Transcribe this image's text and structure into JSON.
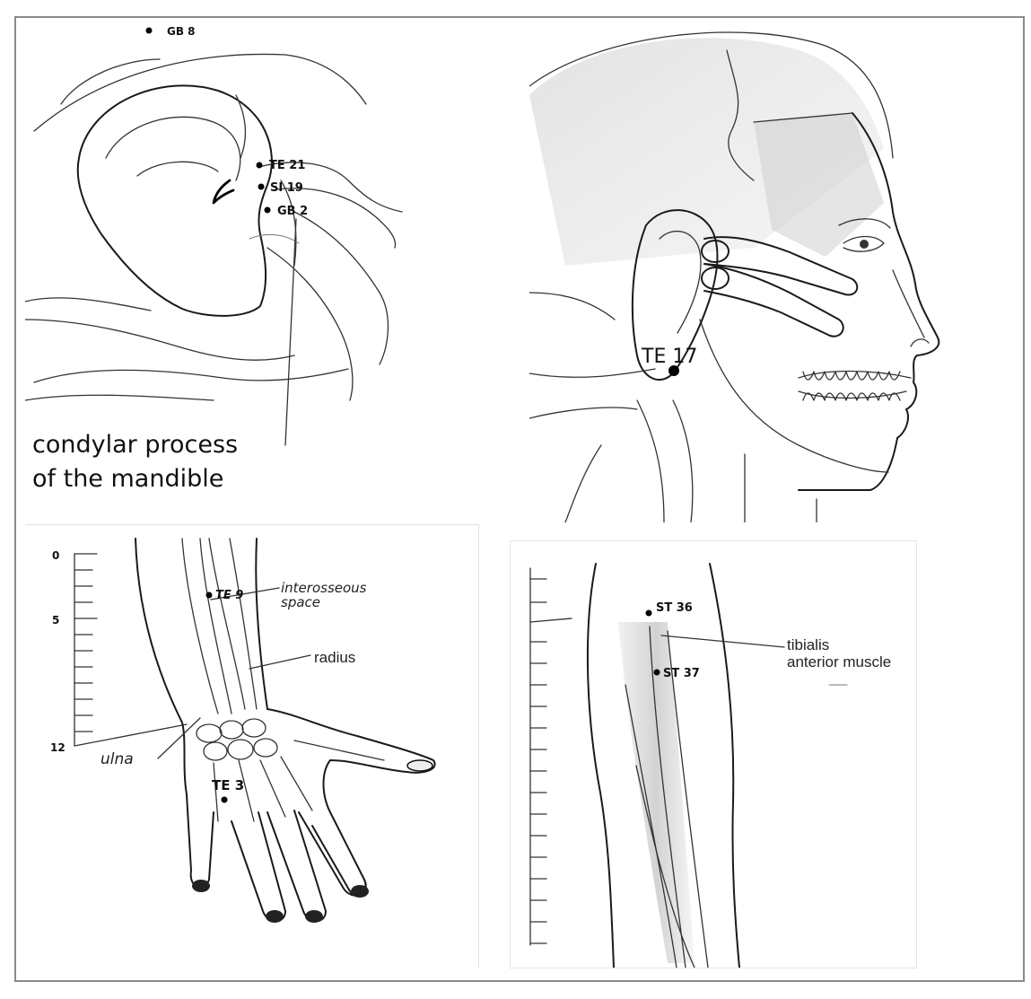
{
  "panels": {
    "ear": {
      "points": [
        "GB 8",
        "TE 21",
        "SI 19",
        "GB 2"
      ],
      "caption_line1": "condylar process",
      "caption_line2": "of the mandible"
    },
    "head": {
      "points": [
        "TE 17"
      ]
    },
    "arm": {
      "points": [
        "TE 9",
        "TE 3"
      ],
      "interosseous_line1": "interosseous",
      "interosseous_line2": "space",
      "radius": "radius",
      "ulna": "ulna",
      "scale_ticks": [
        "0",
        "5",
        "12"
      ]
    },
    "leg": {
      "points": [
        "ST 36",
        "ST 37"
      ],
      "muscle_line1": "tibialis",
      "muscle_line2": "anterior muscle"
    }
  }
}
